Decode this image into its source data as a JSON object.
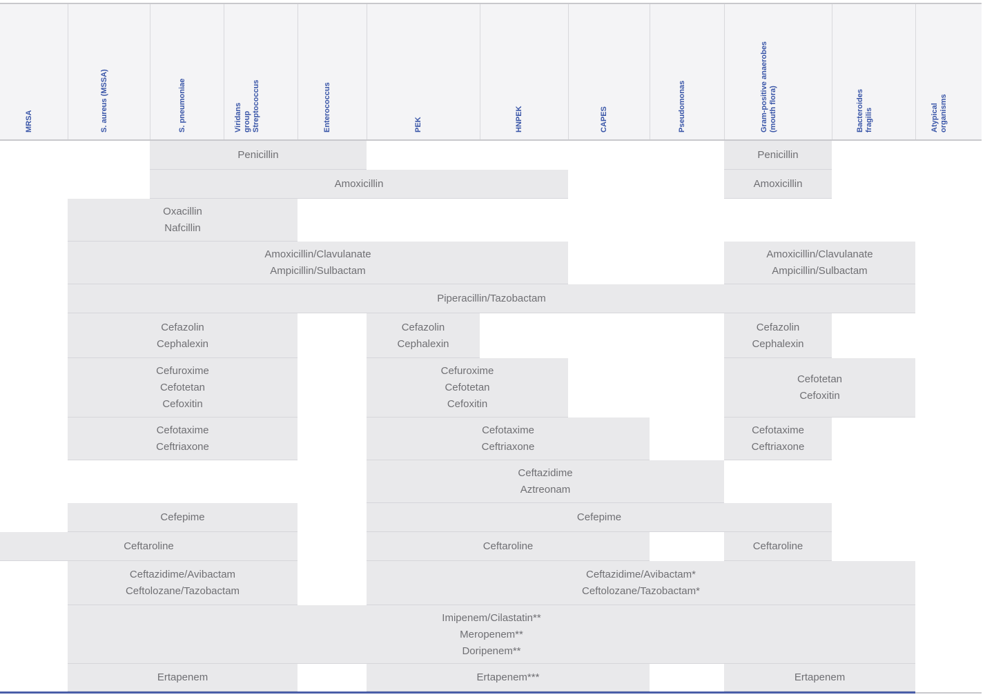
{
  "colors": {
    "header_text": "#3a56a8",
    "header_background": "#f4f4f6",
    "cell_background": "#e9e9eb",
    "cell_text": "#6f6f73",
    "bottom_rule": "#4a5ea8"
  },
  "organisms": [
    "MRSA",
    "S. aureus (MSSA)",
    "S. pneumoniae",
    "Viridans group Streptococcus",
    "Enterococcus",
    "PEK",
    "HNPEK",
    "CAPES",
    "Pseudomonas",
    "Gram-positive anaerobes (mouth flora)",
    "Bacteroides fragilis",
    "Atypical organisms"
  ],
  "rows": [
    {
      "cells": [
        {
          "text": "Penicillin",
          "span": [
            2,
            4
          ]
        },
        {
          "text": "Penicillin",
          "span": [
            9,
            9
          ]
        }
      ]
    },
    {
      "cells": [
        {
          "text": "Amoxicillin",
          "span": [
            2,
            6
          ]
        },
        {
          "text": "Amoxicillin",
          "span": [
            9,
            9
          ]
        }
      ]
    },
    {
      "cells": [
        {
          "text": "Oxacillin\nNafcillin",
          "span": [
            1,
            3
          ]
        }
      ]
    },
    {
      "cells": [
        {
          "text": "Amoxicillin/Clavulanate\nAmpicillin/Sulbactam",
          "span": [
            1,
            6
          ]
        },
        {
          "text": "Amoxicillin/Clavulanate\nAmpicillin/Sulbactam",
          "span": [
            9,
            10
          ]
        }
      ]
    },
    {
      "cells": [
        {
          "text": "Piperacillin/Tazobactam",
          "span": [
            1,
            10
          ]
        }
      ]
    },
    {
      "cells": [
        {
          "text": "Cefazolin\nCephalexin",
          "span": [
            1,
            3
          ]
        },
        {
          "text": "Cefazolin\nCephalexin",
          "span": [
            5,
            5
          ]
        },
        {
          "text": "Cefazolin\nCephalexin",
          "span": [
            9,
            9
          ]
        }
      ]
    },
    {
      "cells": [
        {
          "text": "Cefuroxime\nCefotetan\nCefoxitin",
          "span": [
            1,
            3
          ]
        },
        {
          "text": "Cefuroxime\nCefotetan\nCefoxitin",
          "span": [
            5,
            6
          ]
        },
        {
          "text": "Cefotetan\nCefoxitin",
          "span": [
            9,
            10
          ]
        }
      ]
    },
    {
      "cells": [
        {
          "text": "Cefotaxime\nCeftriaxone",
          "span": [
            1,
            3
          ]
        },
        {
          "text": "Cefotaxime\nCeftriaxone",
          "span": [
            5,
            7
          ]
        },
        {
          "text": "Cefotaxime\nCeftriaxone",
          "span": [
            9,
            9
          ]
        }
      ]
    },
    {
      "cells": [
        {
          "text": "Ceftazidime\nAztreonam",
          "span": [
            5,
            8
          ]
        }
      ]
    },
    {
      "cells": [
        {
          "text": "Cefepime",
          "span": [
            1,
            3
          ]
        },
        {
          "text": "Cefepime",
          "span": [
            5,
            9
          ]
        }
      ]
    },
    {
      "cells": [
        {
          "text": "Ceftaroline",
          "span": [
            0,
            3
          ]
        },
        {
          "text": "Ceftaroline",
          "span": [
            5,
            7
          ]
        },
        {
          "text": "Ceftaroline",
          "span": [
            9,
            9
          ]
        }
      ]
    },
    {
      "cells": [
        {
          "text": "Ceftazidime/Avibactam\nCeftolozane/Tazobactam",
          "span": [
            1,
            3
          ]
        },
        {
          "text": "Ceftazidime/Avibactam*\nCeftolozane/Tazobactam*",
          "span": [
            5,
            10
          ]
        }
      ]
    },
    {
      "cells": [
        {
          "text": "Imipenem/Cilastatin**\nMeropenem**\nDoripenem**",
          "span": [
            1,
            10
          ]
        }
      ]
    },
    {
      "cells": [
        {
          "text": "Ertapenem",
          "span": [
            1,
            3
          ]
        },
        {
          "text": "Ertapenem***",
          "span": [
            5,
            7
          ]
        },
        {
          "text": "Ertapenem",
          "span": [
            9,
            10
          ]
        }
      ]
    }
  ]
}
